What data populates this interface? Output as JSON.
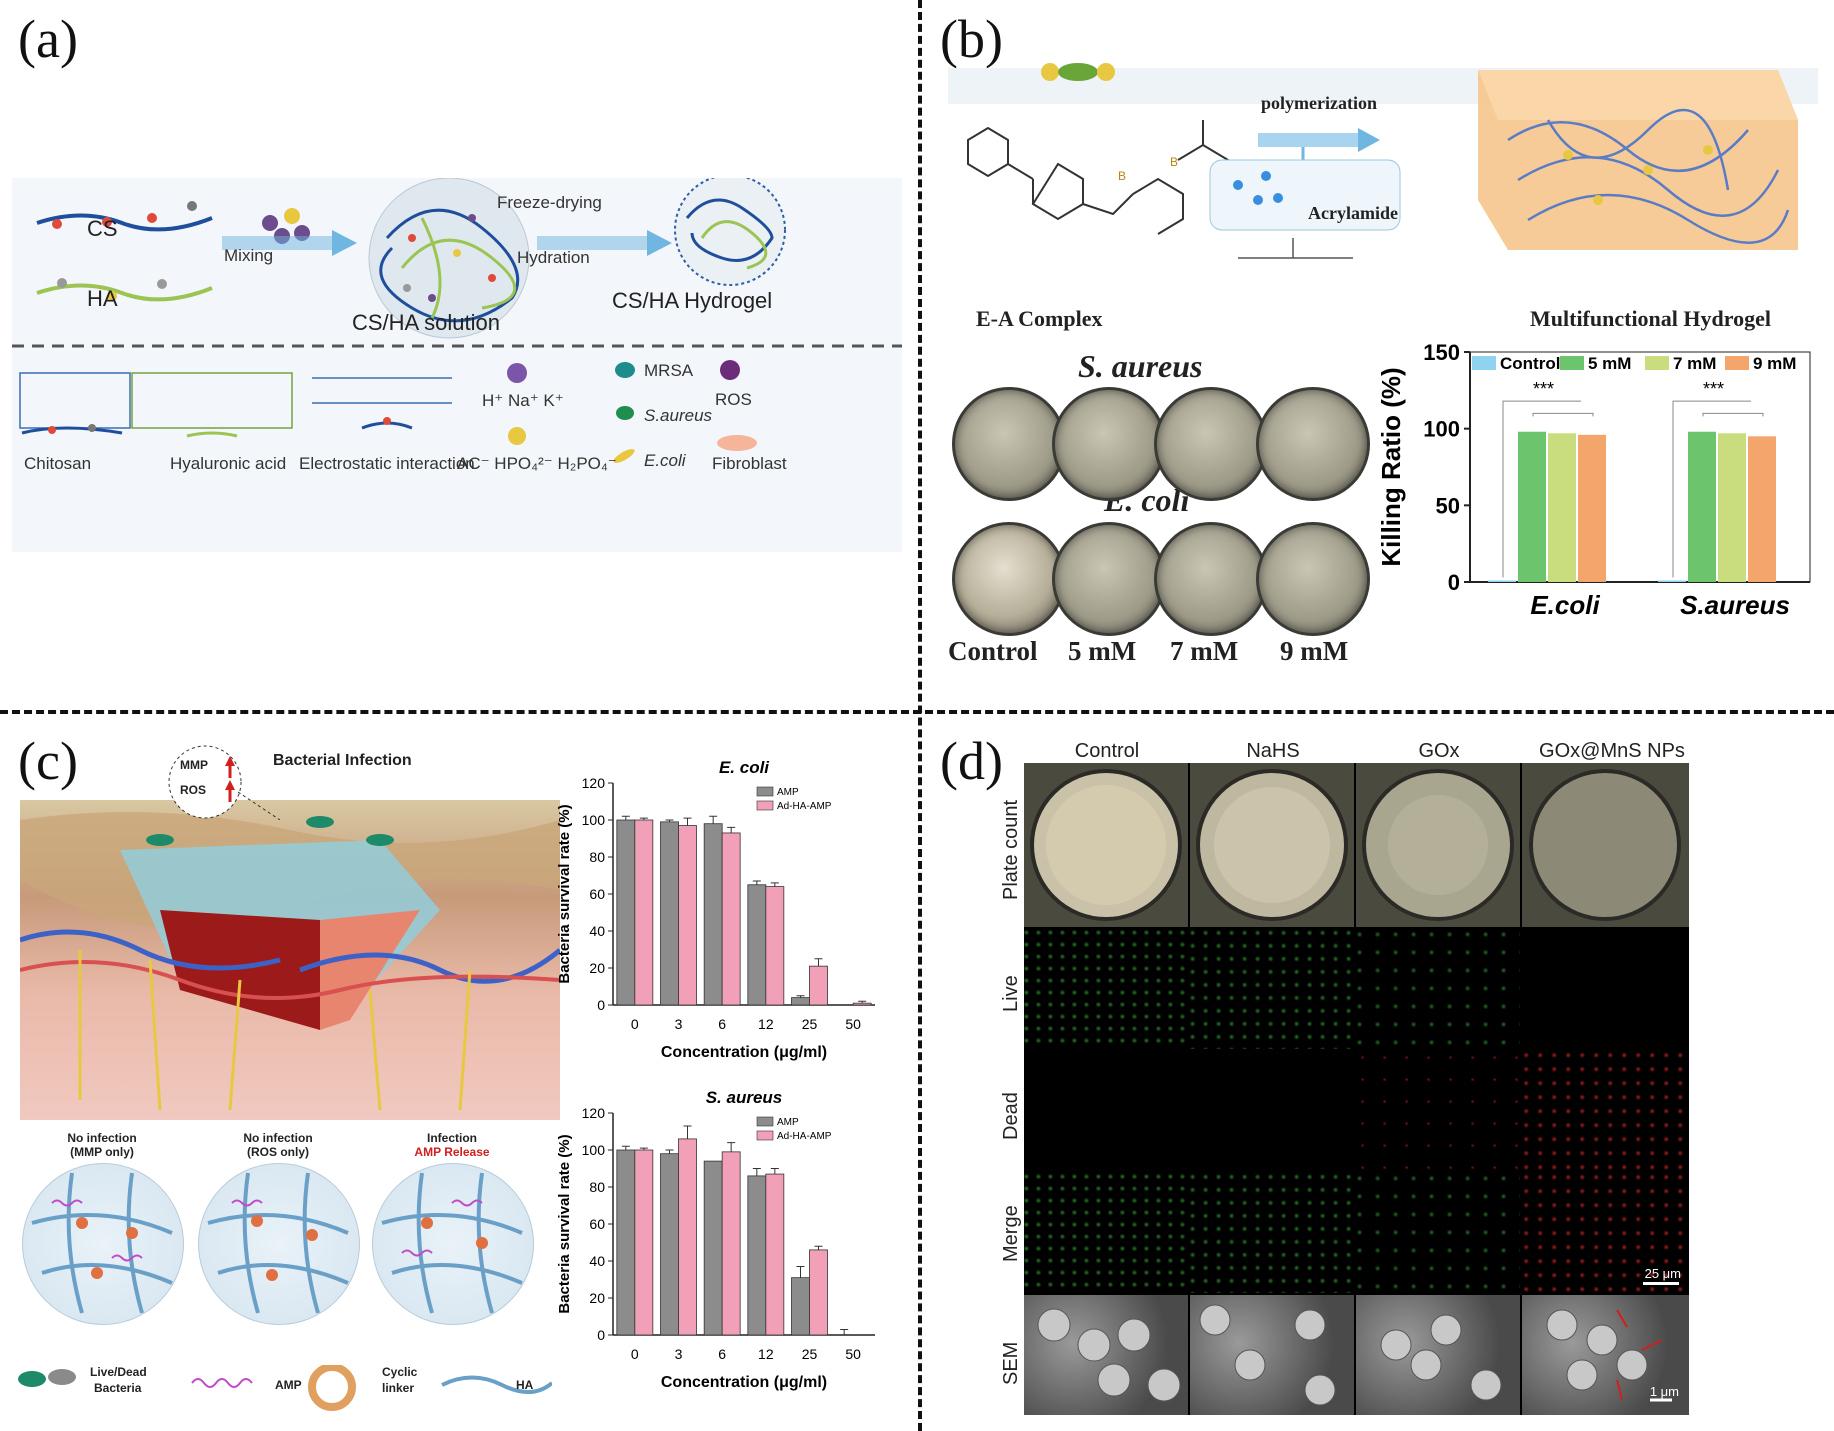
{
  "panels": {
    "a": {
      "letter": "(a)",
      "cs": "CS",
      "ha": "HA",
      "mixing": "Mixing",
      "freeze_drying": "Freeze-drying",
      "hydration": "Hydration",
      "cs_ha_solution": "CS/HA solution",
      "cs_ha_hydrogel": "CS/HA Hydrogel",
      "legend": {
        "chitosan": "Chitosan",
        "hyaluronic_acid": "Hyaluronic acid",
        "electrostatic": "Electrostatic interaction",
        "cations": "H⁺ Na⁺ K⁺",
        "anions": "AC⁻ HPO₄²⁻ H₂PO₄⁻",
        "mrsa": "MRSA",
        "saureus": "S.aureus",
        "ecoli": "E.coli",
        "ros": "ROS",
        "fibroblast": "Fibroblast"
      }
    },
    "b": {
      "letter": "(b)",
      "polymerization": "polymerization",
      "acrylamide": "Acrylamide",
      "ea_complex": "E-A Complex",
      "multifunctional_hydrogel": "Multifunctional Hydrogel",
      "s_aureus_title": "S. aureus",
      "e_coli_title": "E. coli",
      "dish_labels": [
        "Control",
        "5 mM",
        "7 mM",
        "9 mM"
      ],
      "chart": {
        "ylabel": "Killing Ratio (%)",
        "significance": "***"
      }
    },
    "c": {
      "letter": "(c)",
      "bacterial_infection": "Bacterial Infection",
      "mmp": "MMP",
      "ros": "ROS",
      "no_infection_mmp": "No infection",
      "no_infection_mmp_sub": "(MMP only)",
      "no_infection_ros": "No infection",
      "no_infection_ros_sub": "(ROS only)",
      "infection": "Infection",
      "amp_release": "AMP Release",
      "legend_live_dead": "Live/Dead",
      "legend_bacteria": "Bacteria",
      "legend_amp": "AMP",
      "legend_cyclic": "Cyclic",
      "legend_linker": "linker",
      "legend_ha": "HA"
    },
    "d": {
      "letter": "(d)",
      "columns": [
        "Control",
        "NaHS",
        "GOx",
        "GOx@MnS NPs"
      ],
      "rows": [
        "Plate count",
        "Live",
        "Dead",
        "Merge",
        "SEM"
      ],
      "scale_25": "25 μm",
      "scale_1": "1 μm"
    }
  },
  "chart_data": [
    {
      "id": "b-killing",
      "type": "bar",
      "categories": [
        "E.coli",
        "S.aureus"
      ],
      "series": [
        {
          "name": "Control",
          "values": [
            1,
            1
          ],
          "color": "#8fd3f0"
        },
        {
          "name": "5 mM",
          "values": [
            98,
            98
          ],
          "color": "#6cc56c"
        },
        {
          "name": "7 mM",
          "values": [
            97,
            97
          ],
          "color": "#c9dc7e"
        },
        {
          "name": "9 mM",
          "values": [
            96,
            95
          ],
          "color": "#f4a56b"
        }
      ],
      "ylabel": "Killing Ratio (%)",
      "ylim": [
        0,
        150
      ],
      "yticks": [
        0,
        50,
        100,
        150
      ]
    },
    {
      "id": "c-ecoli",
      "type": "bar",
      "title": "E. coli",
      "categories": [
        "0",
        "3",
        "6",
        "12",
        "25",
        "50"
      ],
      "series": [
        {
          "name": "AMP",
          "values": [
            100,
            99,
            98,
            65,
            4,
            0
          ],
          "errors": [
            2,
            1,
            4,
            2,
            1,
            0
          ],
          "color": "#8c8c8c"
        },
        {
          "name": "Ad-HA-AMP",
          "values": [
            100,
            97,
            93,
            64,
            21,
            1
          ],
          "errors": [
            1,
            4,
            3,
            2,
            4,
            1
          ],
          "color": "#f2a0b8"
        }
      ],
      "xlabel": "Concentration (μg/ml)",
      "ylabel": "Bacteria survival rate (%)",
      "ylim": [
        0,
        120
      ],
      "yticks": [
        0,
        20,
        40,
        60,
        80,
        100,
        120
      ]
    },
    {
      "id": "c-saureus",
      "type": "bar",
      "title": "S. aureus",
      "categories": [
        "0",
        "3",
        "6",
        "12",
        "25",
        "50"
      ],
      "series": [
        {
          "name": "AMP",
          "values": [
            100,
            98,
            94,
            86,
            31,
            0
          ],
          "errors": [
            2,
            2,
            0,
            4,
            6,
            3
          ],
          "color": "#8c8c8c"
        },
        {
          "name": "Ad-HA-AMP",
          "values": [
            100,
            106,
            99,
            87,
            46,
            0
          ],
          "errors": [
            1,
            7,
            5,
            3,
            2,
            0
          ],
          "color": "#f2a0b8"
        }
      ],
      "xlabel": "Concentration (μg/ml)",
      "ylabel": "Bacteria survival rate (%)",
      "ylim": [
        0,
        120
      ],
      "yticks": [
        0,
        20,
        40,
        60,
        80,
        100,
        120
      ]
    }
  ]
}
